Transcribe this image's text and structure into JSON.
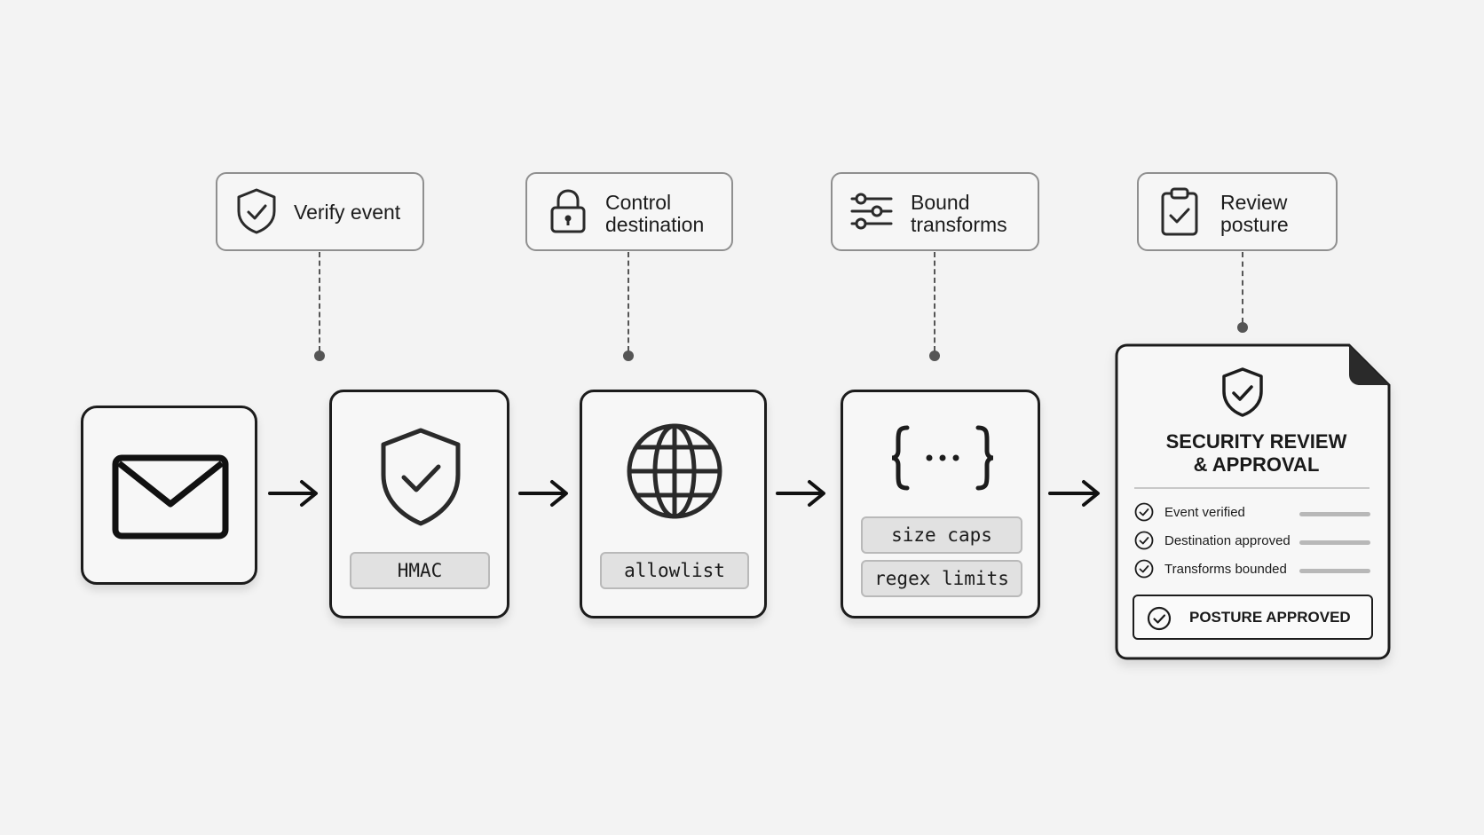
{
  "labels": [
    {
      "id": "verify",
      "icon": "shield-check-icon",
      "lines": [
        "Verify event"
      ]
    },
    {
      "id": "control",
      "icon": "padlock-icon",
      "lines": [
        "Control",
        "destination"
      ]
    },
    {
      "id": "bound",
      "icon": "sliders-icon",
      "lines": [
        "Bound",
        "transforms"
      ]
    },
    {
      "id": "review",
      "icon": "clipboard-check-icon",
      "lines": [
        "Review",
        "posture"
      ]
    }
  ],
  "stages": {
    "email": {
      "icon": "envelope-icon"
    },
    "hmac": {
      "icon": "shield-check-icon",
      "chip": "HMAC"
    },
    "allowlist": {
      "icon": "globe-icon",
      "chip": "allowlist"
    },
    "transforms": {
      "icon": "curly-braces-icon",
      "glyph": "{···}",
      "chips": [
        "size caps",
        "regex limits"
      ]
    }
  },
  "document": {
    "icon": "shield-check-icon",
    "title_lines": [
      "SECURITY REVIEW",
      "& APPROVAL"
    ],
    "checks": [
      "Event verified",
      "Destination approved",
      "Transforms bounded"
    ],
    "approved_label": "POSTURE APPROVED"
  },
  "colors": {
    "background": "#f3f3f3",
    "ink": "#1c1c1c",
    "chip_fill": "#e1e1e1",
    "label_border": "#8f8f8f"
  }
}
